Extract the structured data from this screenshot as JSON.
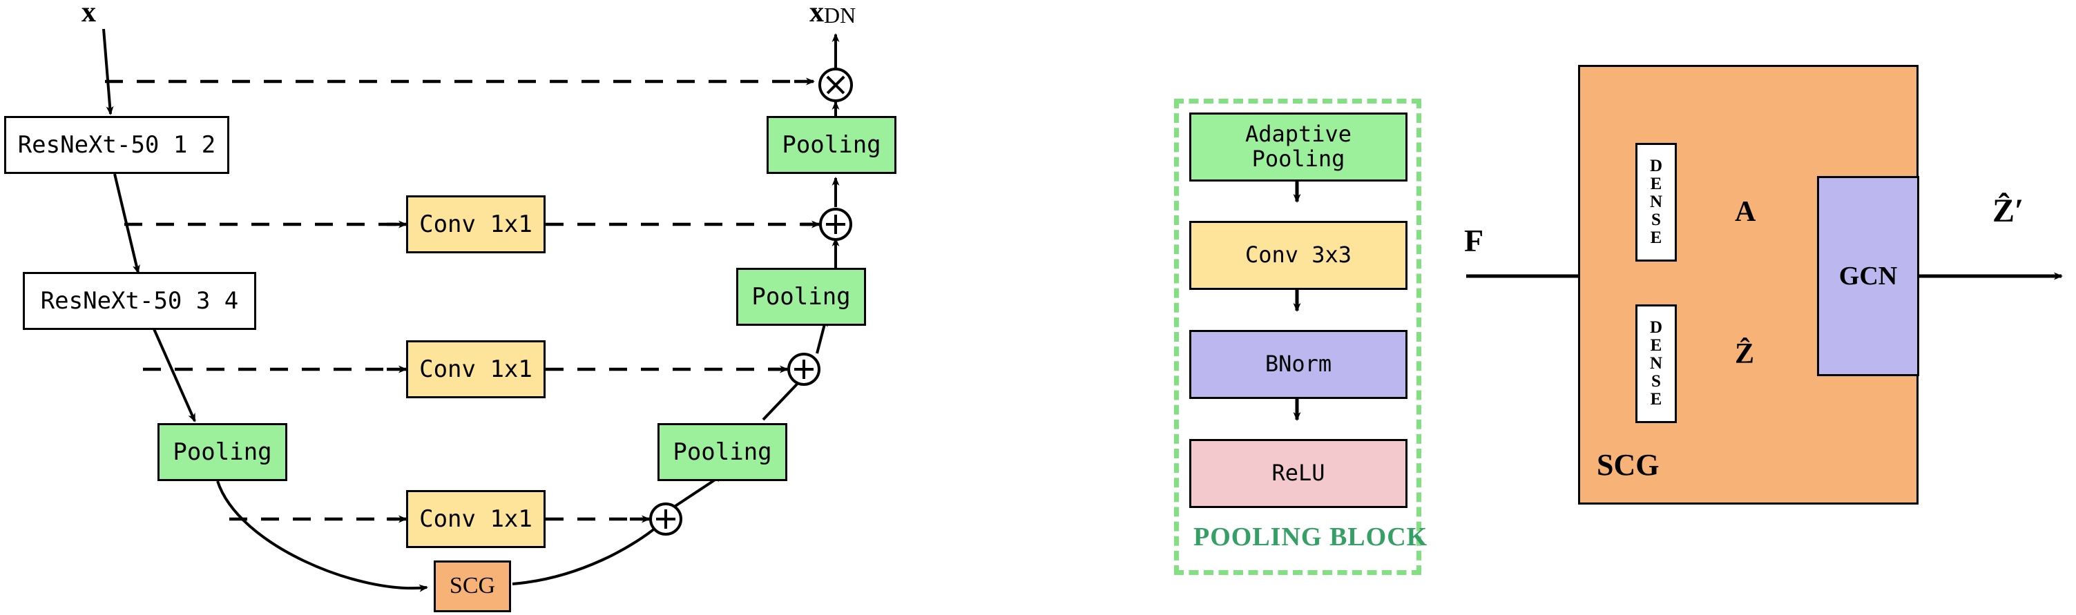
{
  "figure": {
    "title": "Denoising network architecture with pooling block and SCG module",
    "colors": {
      "green": "#9cf09c",
      "yellow": "#fde49a",
      "orange": "#f7b277",
      "purple": "#bcb8ef",
      "pink": "#f3c9cd",
      "white": "#ffffff",
      "stroke": "#000000",
      "group_dashed": "#82e082",
      "group_caption": "#35a065"
    }
  },
  "main_diagram": {
    "input_label": "x",
    "output_label_base": "x",
    "output_label_sub": "DN",
    "encoder": [
      {
        "label": "ResNeXt-50 1 2"
      },
      {
        "label": "ResNeXt-50 3 4"
      },
      {
        "label": "Pooling"
      }
    ],
    "skip_convs": [
      {
        "label": "Conv 1x1"
      },
      {
        "label": "Conv 1x1"
      },
      {
        "label": "Conv 1x1"
      }
    ],
    "bottleneck": {
      "label": "SCG"
    },
    "decoder": [
      {
        "label": "Pooling"
      },
      {
        "label": "Pooling"
      },
      {
        "label": "Pooling"
      }
    ],
    "operators": [
      {
        "symbol": "x",
        "name": "multiply"
      },
      {
        "symbol": "+",
        "name": "add"
      },
      {
        "symbol": "+",
        "name": "add"
      },
      {
        "symbol": "+",
        "name": "add"
      }
    ]
  },
  "pooling_block": {
    "caption": "POOLING BLOCK",
    "stages": [
      {
        "label": "Adaptive\nPooling",
        "color": "green"
      },
      {
        "label": "Conv 3x3",
        "color": "yellow"
      },
      {
        "label": "BNorm",
        "color": "purple"
      },
      {
        "label": "ReLU",
        "color": "pink"
      }
    ]
  },
  "scg_block": {
    "caption": "SCG",
    "input_label": "F",
    "output_label": "Ẑ′",
    "dense_top": {
      "letters": [
        "D",
        "E",
        "N",
        "S",
        "E"
      ]
    },
    "dense_bottom": {
      "letters": [
        "D",
        "E",
        "N",
        "S",
        "E"
      ]
    },
    "edge_label_top": "A",
    "edge_label_bottom": "Ẑ",
    "gcn": {
      "label": "GCN"
    }
  }
}
